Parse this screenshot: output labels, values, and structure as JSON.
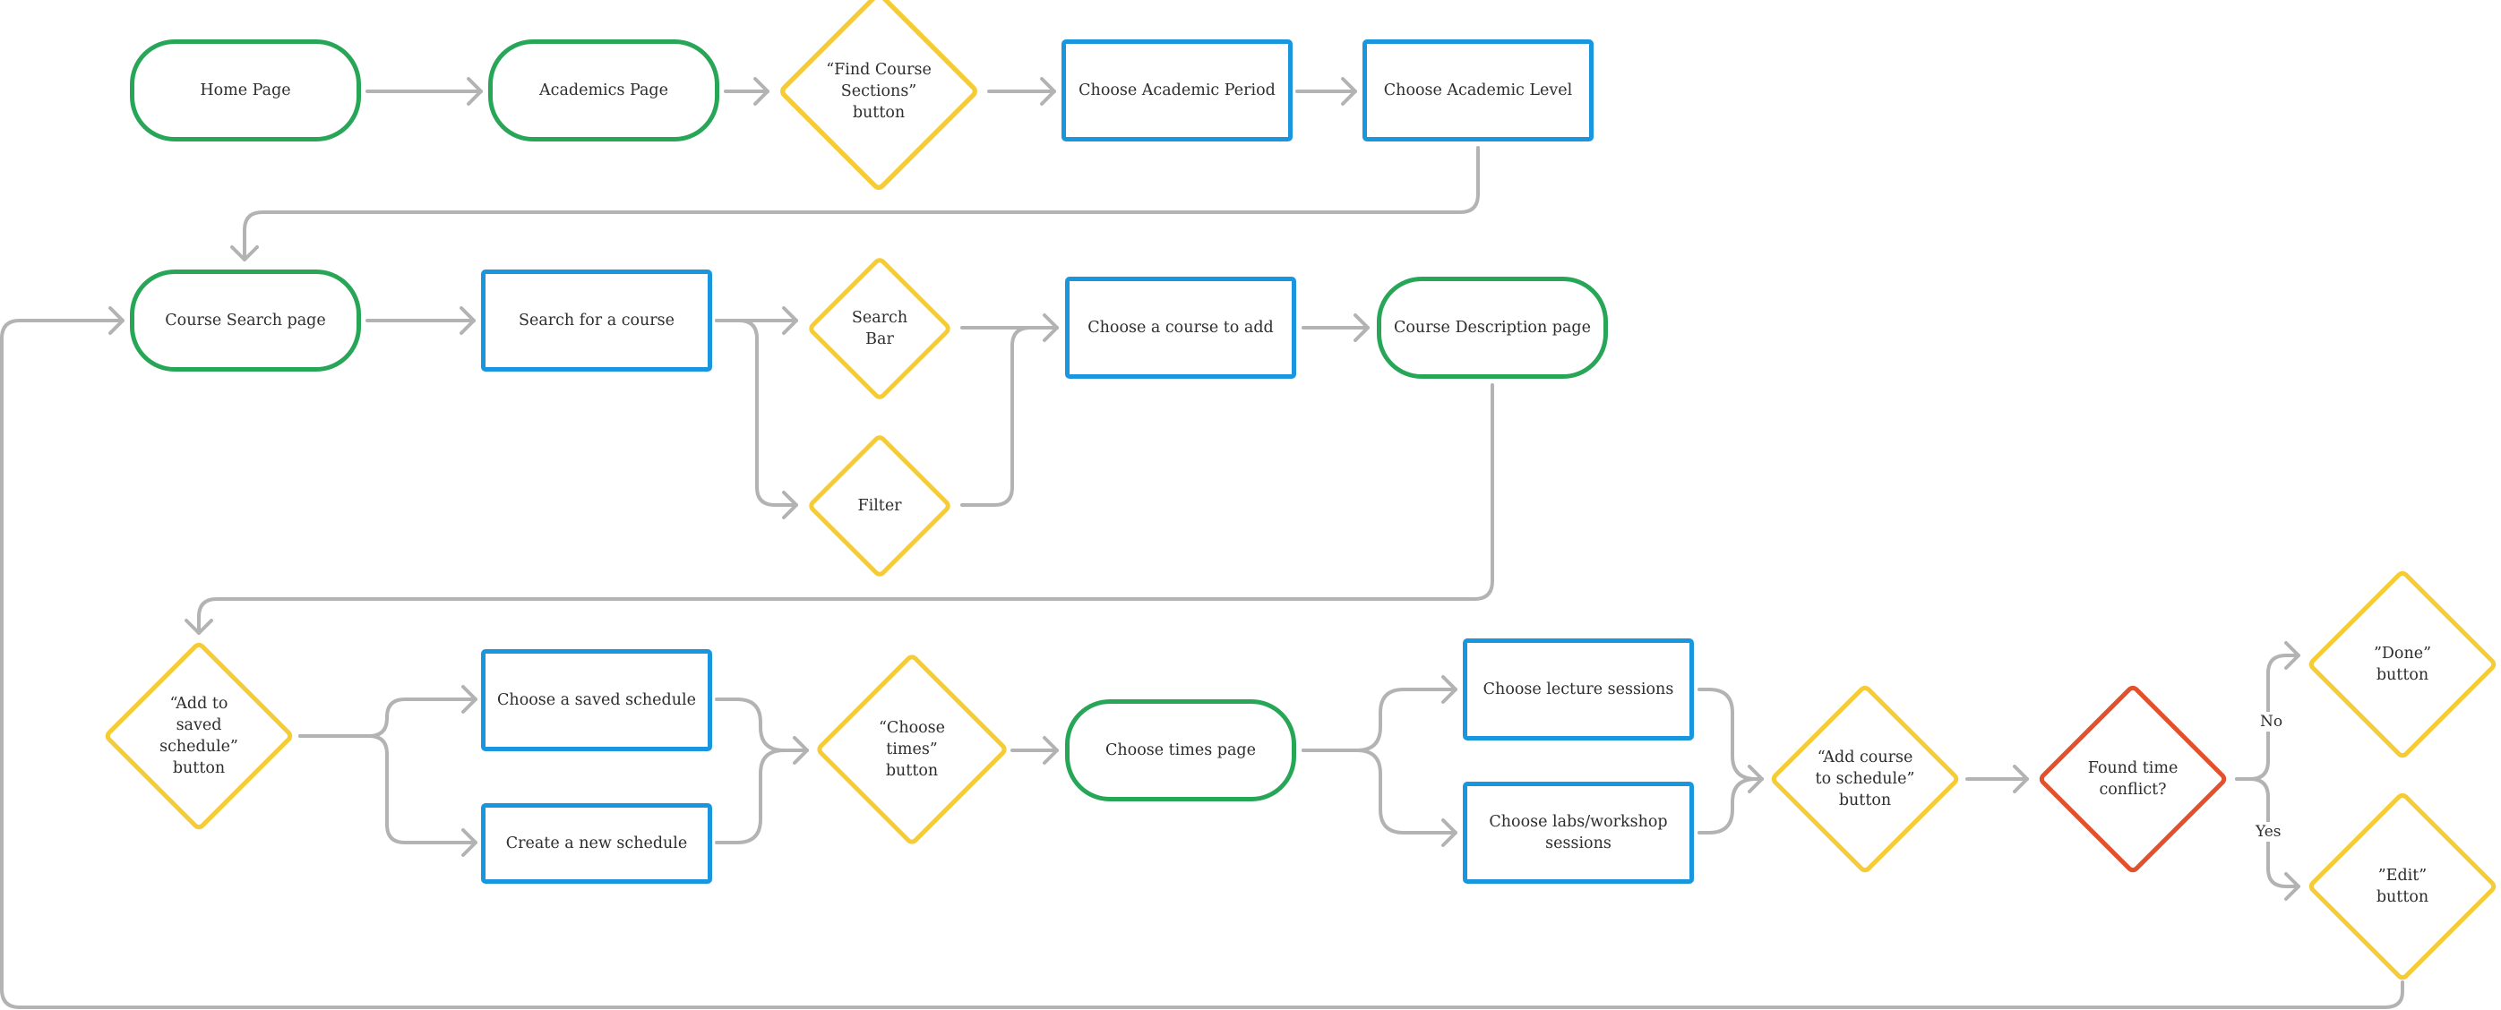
{
  "colors": {
    "process": "#1a96de",
    "page": "#27a658",
    "decision": "#f5cc35",
    "conflict": "#e2502c",
    "connector": "#b3b3b3",
    "text": "#2e2e2e"
  },
  "nodes": {
    "home": "Home Page",
    "academics": "Academics Page",
    "find_sections": "“Find Course\nSections”\nbutton",
    "choose_period": "Choose Academic Period",
    "choose_level": "Choose Academic Level",
    "course_search": "Course Search page",
    "search_course": "Search for a course",
    "search_bar": "Search\nBar",
    "filter": "Filter",
    "choose_course": "Choose a course to add",
    "course_desc": "Course Description page",
    "add_saved": "“Add to\nsaved\nschedule”\nbutton",
    "saved_schedule": "Choose a saved schedule",
    "new_schedule": "Create a new schedule",
    "choose_times": "“Choose\ntimes”\nbutton",
    "times_page": "Choose times page",
    "lecture": "Choose lecture sessions",
    "labs": "Choose labs/workshop\nsessions",
    "add_course": "“Add course\nto schedule”\nbutton",
    "conflict": "Found time\nconflict?",
    "done": "”Done”\nbutton",
    "edit": "”Edit”\nbutton"
  },
  "edge_labels": {
    "no": "No",
    "yes": "Yes"
  }
}
